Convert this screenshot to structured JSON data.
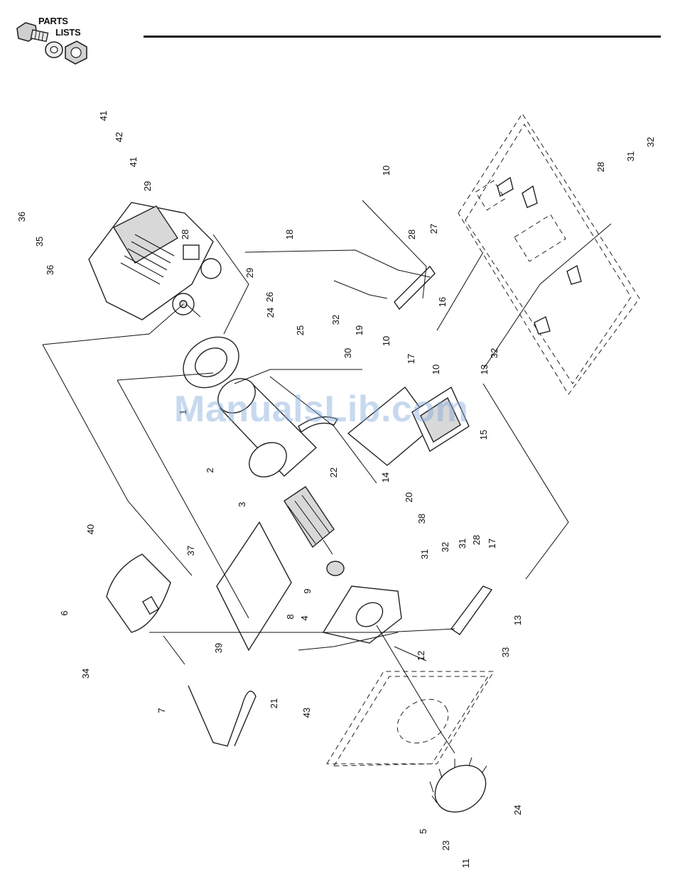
{
  "header": {
    "logo_line1": "PARTS",
    "logo_line2": "LISTS"
  },
  "watermark": "ManualsLib.com",
  "callouts": [
    {
      "id": "c1",
      "text": "1"
    },
    {
      "id": "c2",
      "text": "2"
    },
    {
      "id": "c3",
      "text": "3"
    },
    {
      "id": "c4",
      "text": "4"
    },
    {
      "id": "c5",
      "text": "5"
    },
    {
      "id": "c6",
      "text": "6"
    },
    {
      "id": "c7",
      "text": "7"
    },
    {
      "id": "c8",
      "text": "8"
    },
    {
      "id": "c9",
      "text": "9"
    },
    {
      "id": "c10a",
      "text": "10"
    },
    {
      "id": "c10b",
      "text": "10"
    },
    {
      "id": "c10c",
      "text": "10"
    },
    {
      "id": "c11",
      "text": "11"
    },
    {
      "id": "c12",
      "text": "12"
    },
    {
      "id": "c13a",
      "text": "13"
    },
    {
      "id": "c13b",
      "text": "13"
    },
    {
      "id": "c14",
      "text": "14"
    },
    {
      "id": "c15",
      "text": "15"
    },
    {
      "id": "c16",
      "text": "16"
    },
    {
      "id": "c17a",
      "text": "17"
    },
    {
      "id": "c17b",
      "text": "17"
    },
    {
      "id": "c18",
      "text": "18"
    },
    {
      "id": "c19",
      "text": "19"
    },
    {
      "id": "c20",
      "text": "20"
    },
    {
      "id": "c21",
      "text": "21"
    },
    {
      "id": "c22",
      "text": "22"
    },
    {
      "id": "c23",
      "text": "23"
    },
    {
      "id": "c24a",
      "text": "24"
    },
    {
      "id": "c24b",
      "text": "24"
    },
    {
      "id": "c25",
      "text": "25"
    },
    {
      "id": "c26",
      "text": "26"
    },
    {
      "id": "c27",
      "text": "27"
    },
    {
      "id": "c28a",
      "text": "28"
    },
    {
      "id": "c28b",
      "text": "28"
    },
    {
      "id": "c28c",
      "text": "28"
    },
    {
      "id": "c28d",
      "text": "28"
    },
    {
      "id": "c29a",
      "text": "29"
    },
    {
      "id": "c29b",
      "text": "29"
    },
    {
      "id": "c30",
      "text": "30"
    },
    {
      "id": "c31a",
      "text": "31"
    },
    {
      "id": "c31b",
      "text": "31"
    },
    {
      "id": "c31c",
      "text": "31"
    },
    {
      "id": "c32a",
      "text": "32"
    },
    {
      "id": "c32b",
      "text": "32"
    },
    {
      "id": "c32c",
      "text": "32"
    },
    {
      "id": "c32d",
      "text": "32"
    },
    {
      "id": "c33",
      "text": "33"
    },
    {
      "id": "c34",
      "text": "34"
    },
    {
      "id": "c35",
      "text": "35"
    },
    {
      "id": "c36a",
      "text": "36"
    },
    {
      "id": "c36b",
      "text": "36"
    },
    {
      "id": "c37",
      "text": "37"
    },
    {
      "id": "c38",
      "text": "38"
    },
    {
      "id": "c39",
      "text": "39"
    },
    {
      "id": "c40",
      "text": "40"
    },
    {
      "id": "c41a",
      "text": "41"
    },
    {
      "id": "c41b",
      "text": "41"
    },
    {
      "id": "c42",
      "text": "42"
    },
    {
      "id": "c43",
      "text": "43"
    }
  ]
}
